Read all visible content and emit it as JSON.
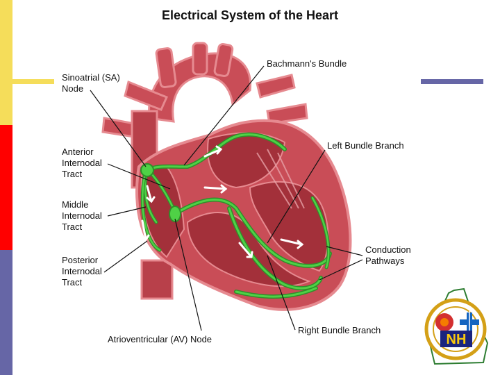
{
  "title": "Electrical System of the Heart",
  "colors": {
    "bar_top": "#f5dd5a",
    "bar_mid": "#ff0000",
    "bar_bottom": "#6666a6",
    "accent_yellow": "#f5dd5a",
    "accent_blue": "#6666a6",
    "conduction_green": "#4fd146",
    "heart_wall": "#c94d57",
    "heart_chamber": "#a3303a"
  },
  "labels": {
    "sa_node": [
      "Sinoatrial (SA)",
      "Node"
    ],
    "anterior": [
      "Anterior",
      "Internodal",
      "Tract"
    ],
    "middle": [
      "Middle",
      "Internodal",
      "Tract"
    ],
    "posterior": [
      "Posterior",
      "Internodal",
      "Tract"
    ],
    "av_node": "Atrioventricular (AV) Node",
    "bachmann": "Bachmann's Bundle",
    "left_bundle": "Left Bundle Branch",
    "conduction": [
      "Conduction",
      "Pathways"
    ],
    "right_bundle": "Right Bundle Branch"
  },
  "logo": {
    "letters": "NH"
  }
}
